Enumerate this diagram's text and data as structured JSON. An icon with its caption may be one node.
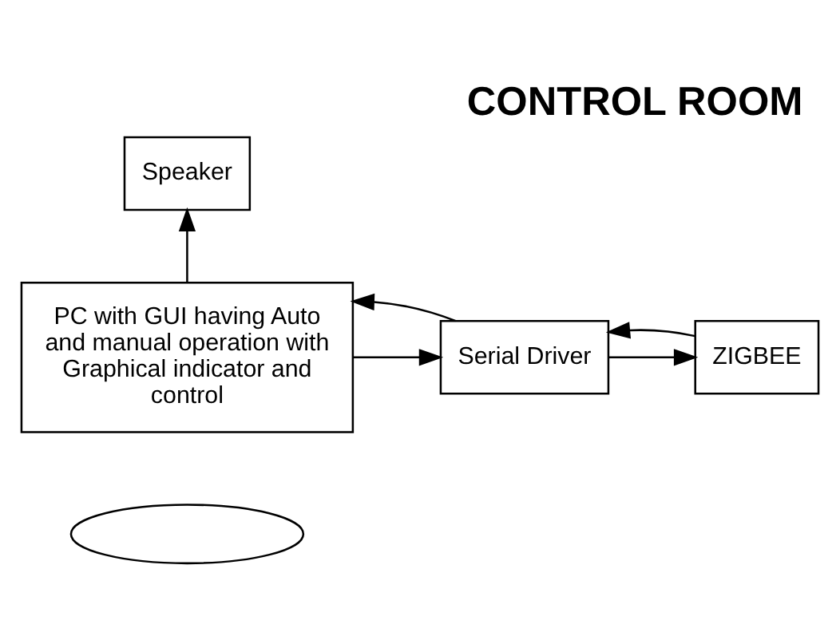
{
  "diagram": {
    "title": "CONTROL ROOM",
    "nodes": [
      {
        "text": [
          "Speaker"
        ]
      },
      {
        "text": [
          "PC with GUI having Auto and manual operation with Graphical indicator and control"
        ]
      },
      {
        "text": [
          "Serial Driver"
        ]
      },
      {
        "text": [
          "ZIGBEE"
        ]
      },
      {
        "text": [],
        "shape": "ellipse"
      }
    ],
    "edges": [
      {
        "from": 1,
        "to": 0,
        "arrow": "to"
      },
      {
        "from": 1,
        "to": 2,
        "arrow": "to"
      },
      {
        "from": 2,
        "to": 1,
        "arrow": "to"
      },
      {
        "from": 2,
        "to": 3,
        "arrow": "to"
      },
      {
        "from": 3,
        "to": 2,
        "arrow": "to"
      }
    ]
  }
}
